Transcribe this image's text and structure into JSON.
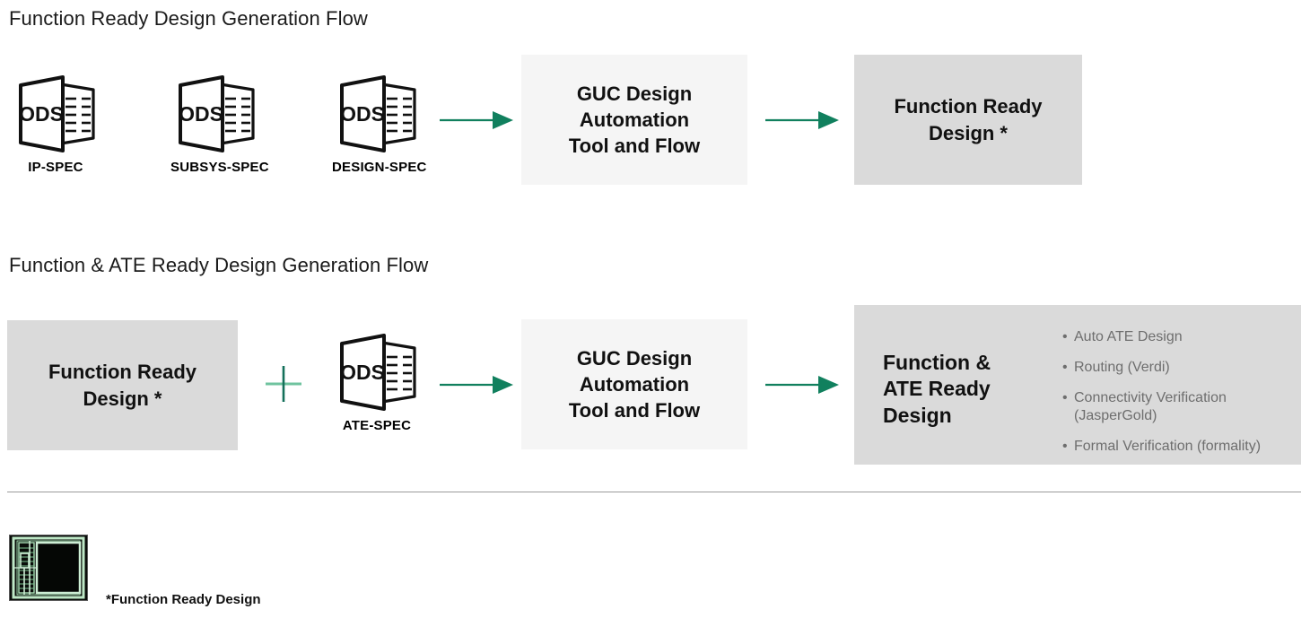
{
  "page": {
    "background": "#ffffff",
    "accent_green": "#11805e",
    "accent_green_light": "#6fc39f",
    "box_light": "#f5f5f5",
    "box_dark": "#dadada",
    "bullet_text_color": "#6e6e6e",
    "divider_color": "#9a9a9a"
  },
  "flow1": {
    "title": "Function Ready Design Generation Flow",
    "specs": [
      {
        "icon": "ods-document-icon",
        "badge": "ODS",
        "label": "IP-SPEC"
      },
      {
        "icon": "ods-document-icon",
        "badge": "ODS",
        "label": "SUBSYS-SPEC"
      },
      {
        "icon": "ods-document-icon",
        "badge": "ODS",
        "label": "DESIGN-SPEC"
      }
    ],
    "arrow1": "arrow-right-icon",
    "process": {
      "lines": "GUC Design\nAutomation\nTool and Flow"
    },
    "arrow2": "arrow-right-icon",
    "result": {
      "lines": "Function Ready\nDesign *"
    }
  },
  "flow2": {
    "title": "Function & ATE Ready Design Generation Flow",
    "input": {
      "lines": "Function Ready\nDesign *"
    },
    "plus": "plus-icon",
    "spec": {
      "icon": "ods-document-icon",
      "badge": "ODS",
      "label": "ATE-SPEC"
    },
    "arrow1": "arrow-right-icon",
    "process": {
      "lines": "GUC Design\nAutomation\nTool and Flow"
    },
    "arrow2": "arrow-right-icon",
    "result": {
      "title": "Function &\nATE Ready\nDesign",
      "bullets": [
        "Auto ATE Design",
        "Routing (Verdi)",
        "Connectivity Verification\n (JasperGold)",
        "Formal Verification (formality)"
      ]
    }
  },
  "footer": {
    "thumbnail": "chip-floorplan-thumbnail",
    "note": "*Function Ready Design"
  }
}
